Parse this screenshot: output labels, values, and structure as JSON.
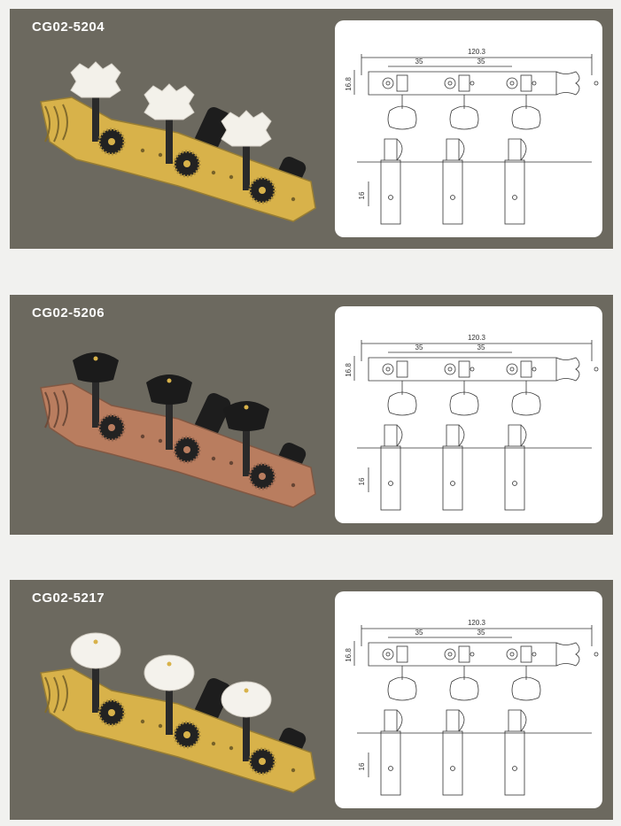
{
  "products": [
    {
      "code": "CG02-5204",
      "plate_color": "#d8b24a",
      "button_color": "#f3f1ea",
      "button_style": "ornate-pearl",
      "dims": {
        "total": "120.3",
        "spacing1": "35",
        "spacing2": "35",
        "height": "16.8",
        "post": "16"
      }
    },
    {
      "code": "CG02-5206",
      "plate_color": "#b97d5f",
      "button_color": "#1b1b1b",
      "button_style": "black-wedge",
      "dims": {
        "total": "120.3",
        "spacing1": "35",
        "spacing2": "35",
        "height": "16.8",
        "post": "16"
      }
    },
    {
      "code": "CG02-5217",
      "plate_color": "#d8b24a",
      "button_color": "#f4f2ec",
      "button_style": "oval-pearl",
      "dims": {
        "total": "120.3",
        "spacing1": "35",
        "spacing2": "35",
        "height": "16.8",
        "post": "16"
      }
    }
  ]
}
